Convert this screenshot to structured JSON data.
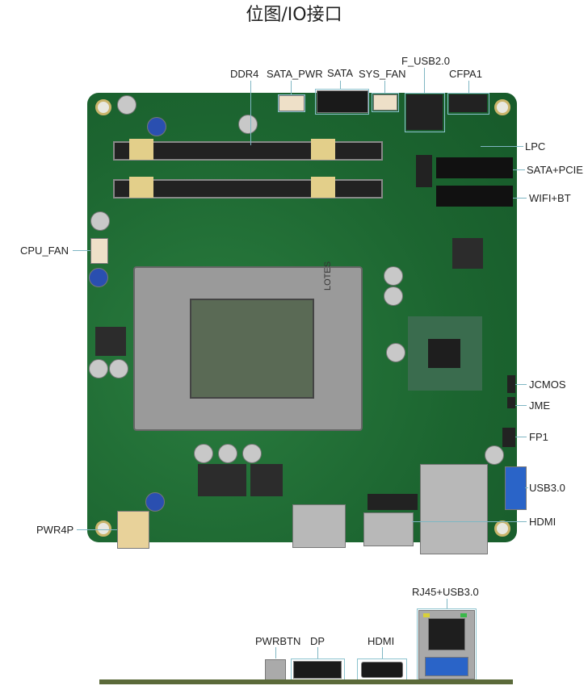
{
  "title": "位图/IO接口",
  "top_labels": {
    "ddr4": "DDR4",
    "sata_pwr": "SATA_PWR",
    "sata": "SATA",
    "sys_fan": "SYS_FAN",
    "f_usb": "F_USB2.0",
    "cfpa1": "CFPA1"
  },
  "right_labels": {
    "lpc": "LPC",
    "sata_pcie": "SATA+PCIE",
    "wifi_bt": "WIFI+BT",
    "jcmos": "JCMOS",
    "jme": "JME",
    "fp1": "FP1",
    "usb3": "USB3.0",
    "hdmi": "HDMI"
  },
  "left_labels": {
    "cpu_fan": "CPU_FAN",
    "pwr4p": "PWR4P"
  },
  "io_labels": {
    "rj45_usb": "RJ45+USB3.0",
    "pwrbtn": "PWRBTN",
    "dp": "DP",
    "hdmi": "HDMI"
  },
  "board_text": {
    "socket_brand": "LOTES"
  }
}
